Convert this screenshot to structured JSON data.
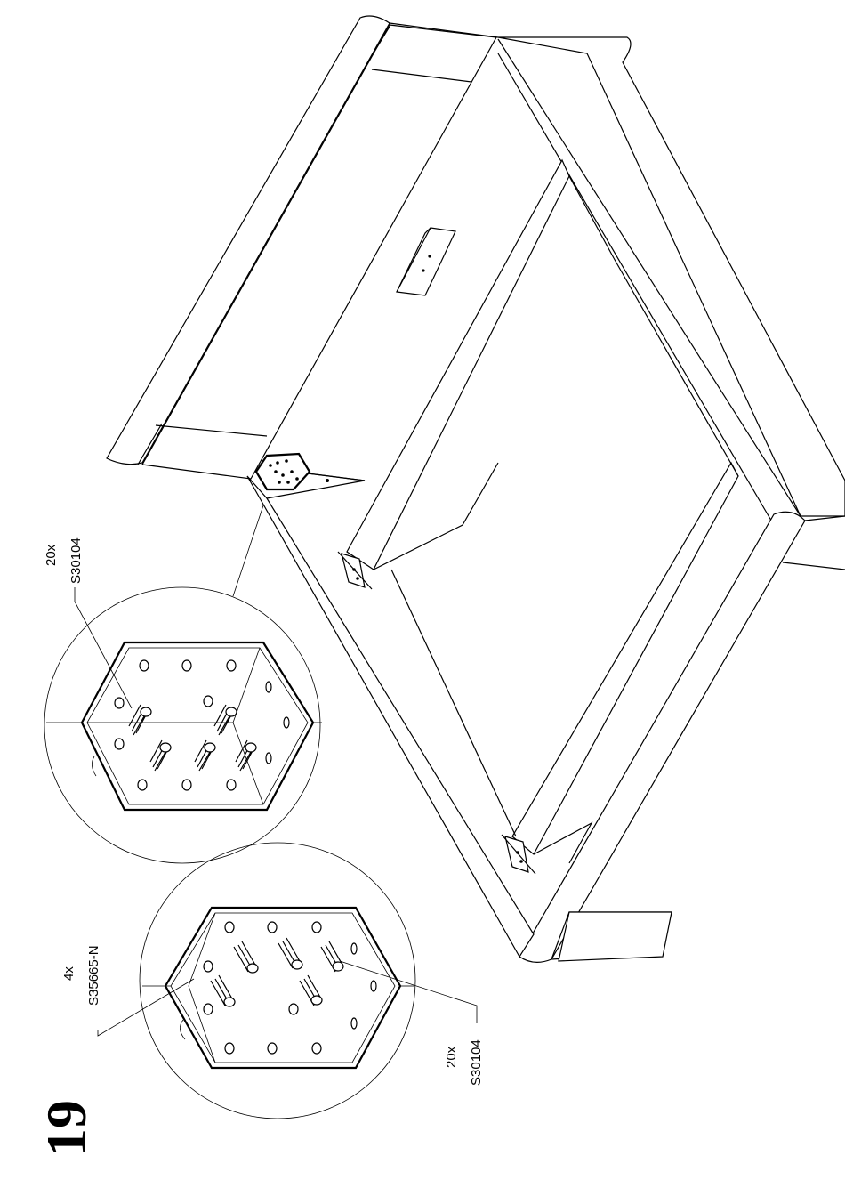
{
  "step_number": "19",
  "callouts": {
    "top": {
      "quantity": "20x",
      "part_code": "S30104"
    },
    "left": {
      "quantity": "4x",
      "part_code": "S35665-N"
    },
    "bottom": {
      "quantity": "20x",
      "part_code": "S30104"
    }
  }
}
